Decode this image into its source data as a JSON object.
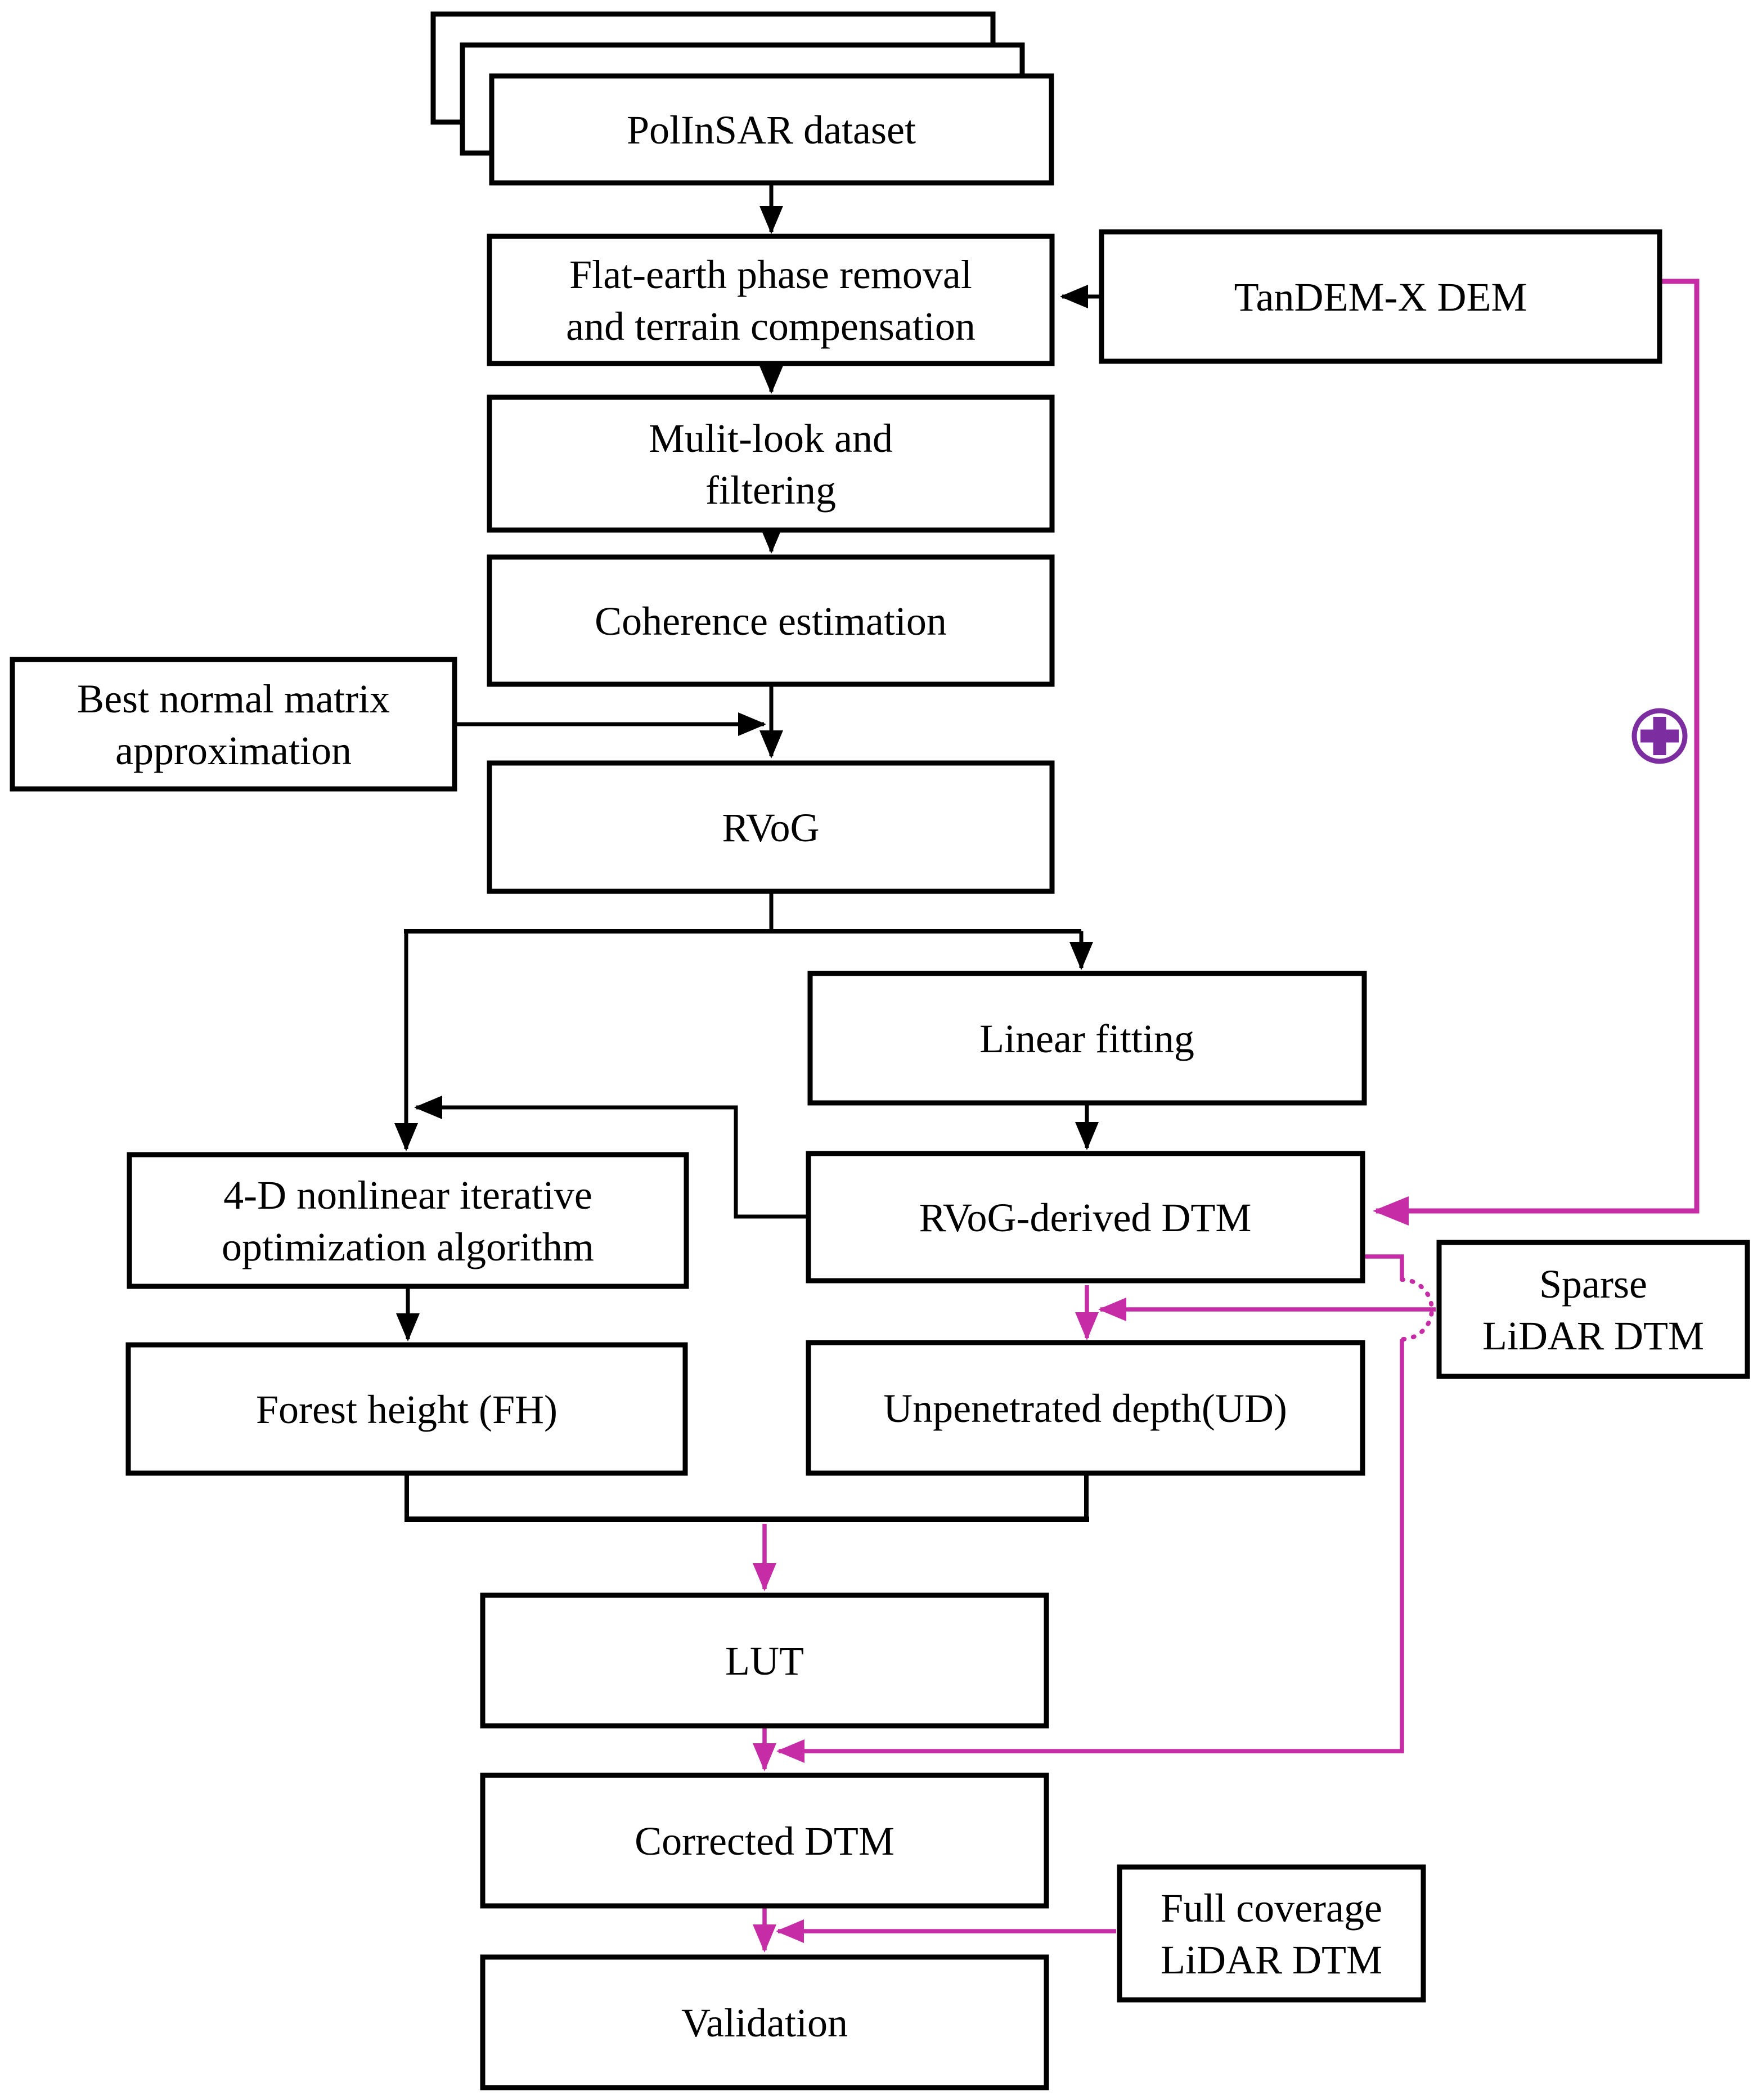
{
  "diagram": {
    "type": "flowchart",
    "colors": {
      "box_border": "#000000",
      "box_fill": "#ffffff",
      "black_line": "#000000",
      "magenta_line": "#c52ca5",
      "purple_plus": "#7c2ea0",
      "text": "#000000"
    },
    "nodes": {
      "polinsar": {
        "label": "PolInSAR dataset"
      },
      "flat_earth": {
        "line1": "Flat-earth phase removal",
        "line2": "and terrain compensation"
      },
      "tandem_dem": {
        "label": "TanDEM-X DEM"
      },
      "multilook": {
        "line1": "Mulit-look and",
        "line2": "filtering"
      },
      "coherence": {
        "label": "Coherence estimation"
      },
      "best_normal": {
        "line1": "Best normal matrix",
        "line2": "approximation"
      },
      "rvog": {
        "label": "RVoG"
      },
      "linear_fitting": {
        "label": "Linear fitting"
      },
      "four_d": {
        "line1": "4-D nonlinear iterative",
        "line2": "optimization algorithm"
      },
      "rvog_dtm": {
        "label": "RVoG-derived DTM"
      },
      "forest_height": {
        "label": "Forest height (FH)"
      },
      "unpenetrated": {
        "label": "Unpenetrated depth(UD)"
      },
      "sparse_lidar": {
        "line1": "Sparse",
        "line2": "LiDAR DTM"
      },
      "lut": {
        "label": "LUT"
      },
      "corrected_dtm": {
        "label": "Corrected DTM"
      },
      "full_coverage": {
        "line1": "Full coverage",
        "line2": "LiDAR DTM"
      },
      "validation": {
        "label": "Validation"
      }
    },
    "icons": {
      "plus_circle_icon": "⊕"
    }
  }
}
